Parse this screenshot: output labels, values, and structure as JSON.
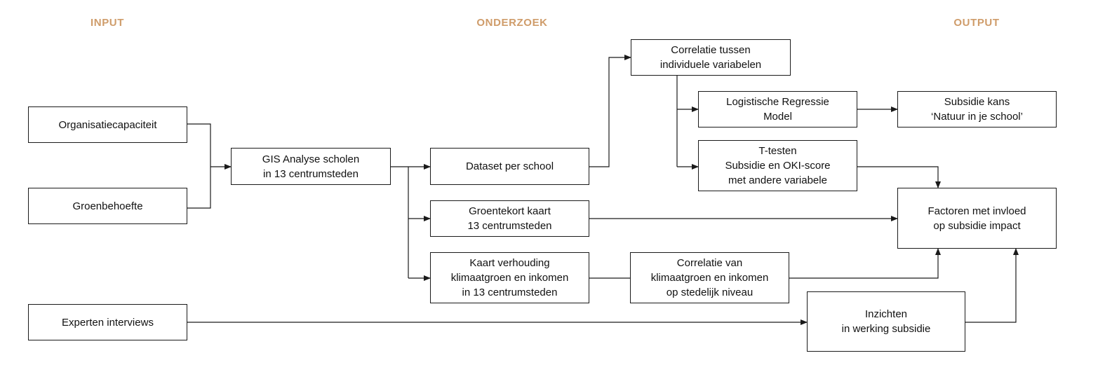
{
  "colors": {
    "header": "#cf9c6a",
    "line": "#1a1a1a"
  },
  "headers": {
    "input": "INPUT",
    "research": "ONDERZOEK",
    "output": "OUTPUT"
  },
  "nodes": {
    "organisatie": {
      "lines": [
        "Organisatiecapaciteit"
      ]
    },
    "groenbehoefte": {
      "lines": [
        "Groenbehoefte"
      ]
    },
    "experten": {
      "lines": [
        "Experten interviews"
      ]
    },
    "gis": {
      "lines": [
        "GIS Analyse scholen",
        "in 13 centrumsteden"
      ]
    },
    "dataset": {
      "lines": [
        "Dataset per school"
      ]
    },
    "groentekort": {
      "lines": [
        "Groentekort kaart",
        "13 centrumsteden"
      ]
    },
    "kaart": {
      "lines": [
        "Kaart verhouding",
        "klimaatgroen en inkomen",
        "in 13 centrumsteden"
      ]
    },
    "correlatie_ind": {
      "lines": [
        "Correlatie tussen",
        "individuele variabelen"
      ]
    },
    "logistisch": {
      "lines": [
        "Logistische Regressie",
        "Model"
      ]
    },
    "ttesten": {
      "lines": [
        "T-testen",
        "Subsidie en OKI-score",
        "met andere variabele"
      ]
    },
    "correlatie_klim": {
      "lines": [
        "Correlatie van",
        "klimaatgroen en inkomen",
        "op stedelijk niveau"
      ]
    },
    "subsidie_kans": {
      "lines": [
        "Subsidie kans",
        "‘Natuur in je school’"
      ]
    },
    "factoren": {
      "lines": [
        "Factoren met invloed",
        "op subsidie impact"
      ]
    },
    "inzichten": {
      "lines": [
        "Inzichten",
        "in werking subsidie"
      ]
    }
  }
}
